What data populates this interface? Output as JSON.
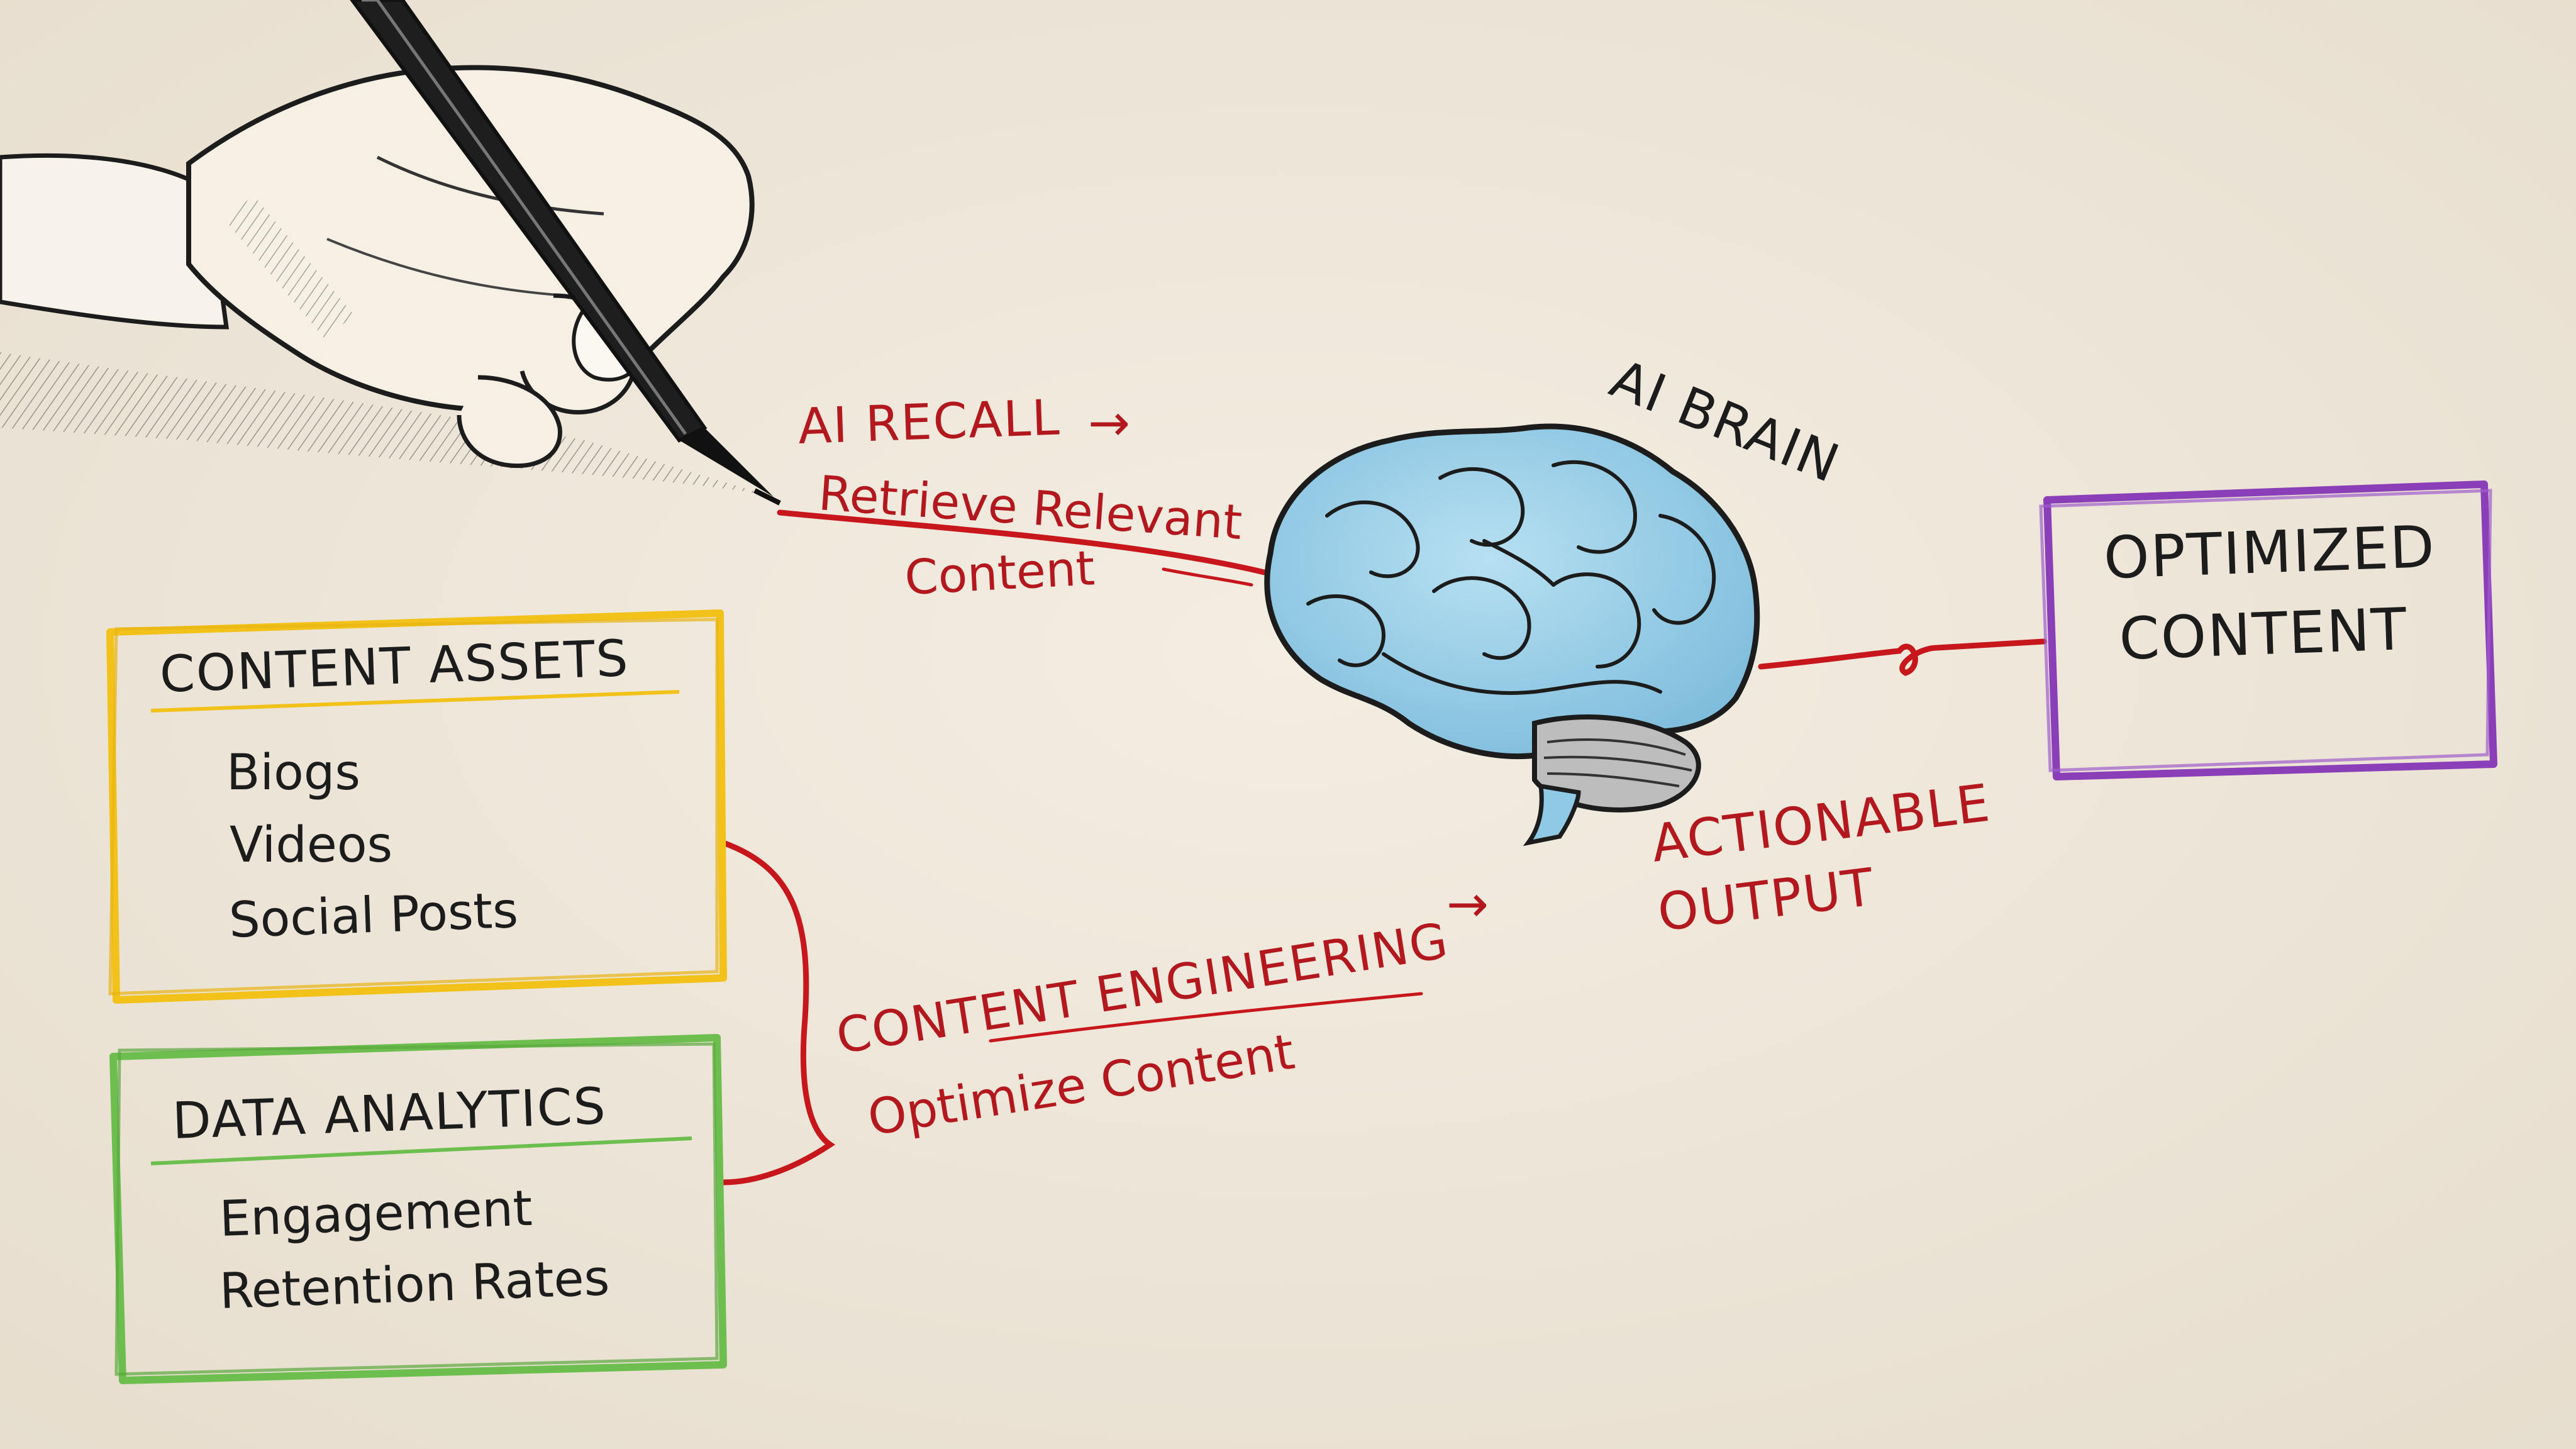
{
  "labels": {
    "ai_recall": "AI RECALL",
    "ai_recall_arrow": "→",
    "retrieve_line1": "Retrieve Relevant",
    "retrieve_line2": "Content",
    "ai_brain": "AI BRAIN",
    "optimized_line1": "OPTIMIZED",
    "optimized_line2": "CONTENT",
    "actionable_line1": "ACTIONABLE",
    "actionable_line2": "OUTPUT",
    "content_engineering": "CONTENT ENGINEERING",
    "content_engineering_arrow": "→",
    "optimize_content": "Optimize Content"
  },
  "content_assets": {
    "title": "CONTENT ASSETS",
    "items": [
      "Biogs",
      "Videos",
      "Social Posts"
    ]
  },
  "data_analytics": {
    "title": "DATA ANALYTICS",
    "items": [
      "Engagement",
      "Retention Rates"
    ]
  },
  "colors": {
    "paper": "#efe8dc",
    "red_ink": "#b3181e",
    "yellow_box": "#f2c21b",
    "green_box": "#6cbf4f",
    "purple_box": "#8a3fb8",
    "brain_blue": "#8ec9e6",
    "ink": "#1c1c1c"
  },
  "icons": [
    "hand-with-pen-icon",
    "brain-icon"
  ]
}
